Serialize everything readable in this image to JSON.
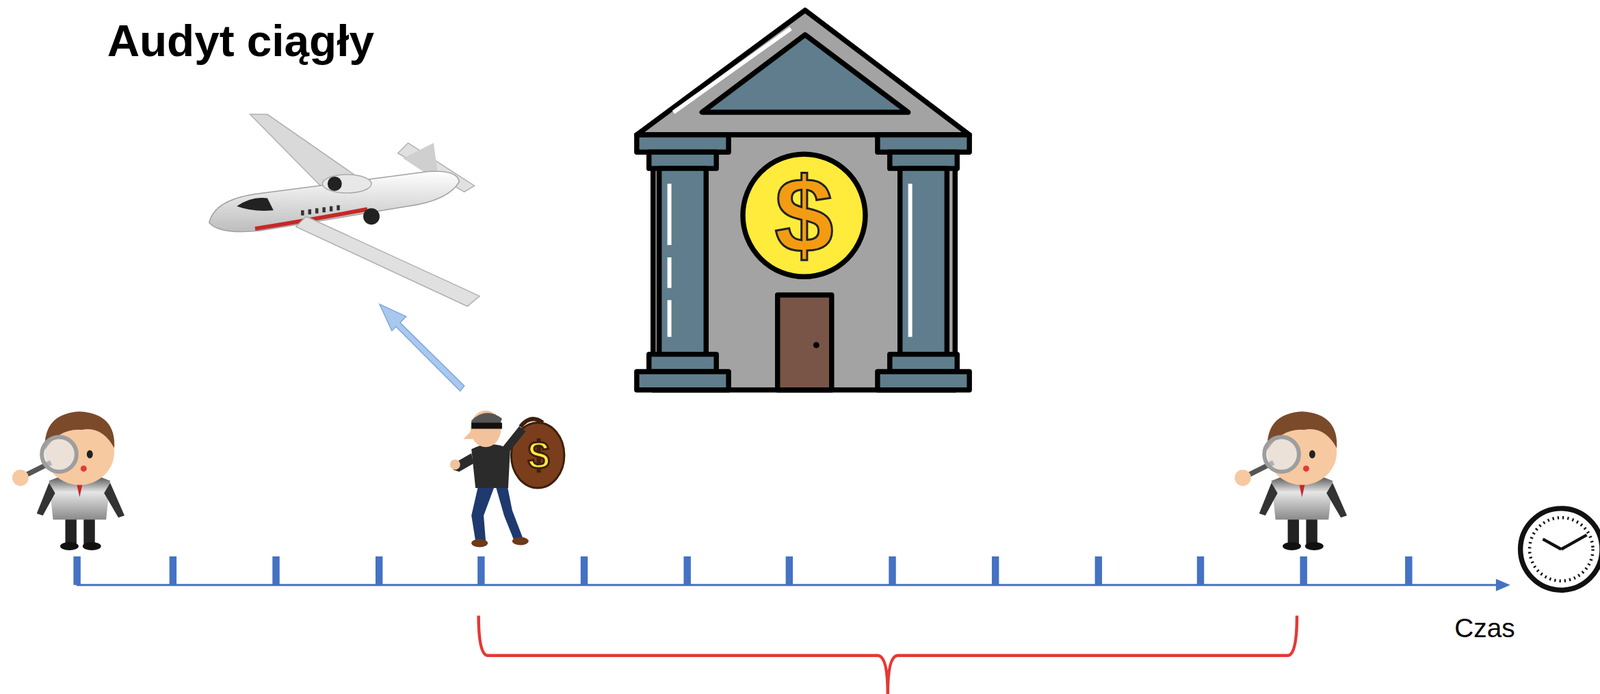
{
  "diagram": {
    "title": "Audyt ciągły",
    "labels": [
      "$",
      "$",
      "Czas"
    ]
  }
}
